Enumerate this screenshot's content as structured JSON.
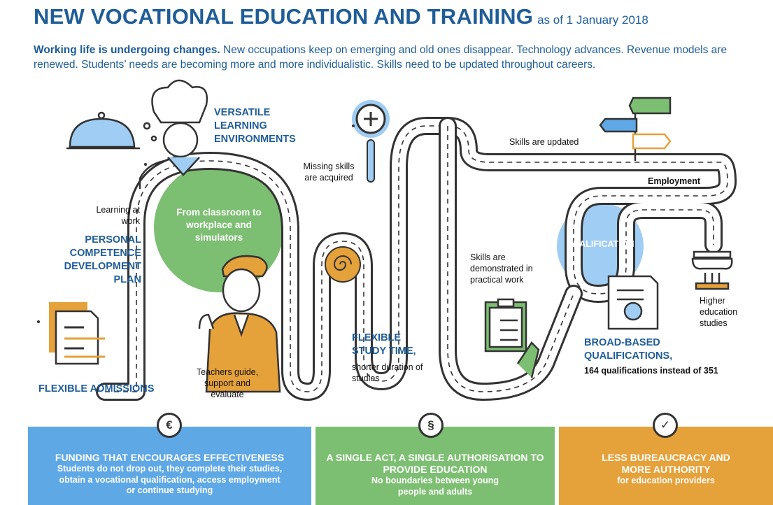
{
  "header": {
    "title": "NEW VOCATIONAL EDUCATION AND TRAINING",
    "subtitle": "as of 1 January 2018",
    "intro_bold": "Working life is undergoing changes.",
    "intro_text": "New occupations keep on emerging and old ones disappear. Technology advances. Revenue models are renewed. Students’ needs are becoming more and more individualistic. Skills need to be updated throughout careers."
  },
  "labels": {
    "versatile": "VERSATILE LEARNING ENVIRONMENTS",
    "learning_at_work": "Learning at work",
    "personal_plan": "PERSONAL COMPETENCE DEVELOPMENT PLAN",
    "classroom": "From classroom to workplace and simulators",
    "teachers": "Teachers guide, support and evaluate",
    "flexible_admissions": "FLEXIBLE ADMISSIONS",
    "missing_skills": "Missing skills are acquired",
    "flexible_time": "FLEXIBLE STUDY TIME,",
    "shorter": "shorter duration of studies",
    "skills_updated": "Skills are updated",
    "employment": "Employment",
    "qualification": "QUALIFICATION",
    "skills_demonstrated": "Skills are demonstrated in practical work",
    "broad_based": "BROAD-BASED QUALIFICATIONS,",
    "qual_count": "164 qualifications instead of 351",
    "higher_ed": "Higher education studies"
  },
  "panels": [
    {
      "icon": "€",
      "heading": "FUNDING THAT ENCOURAGES EFFECTIVENESS",
      "text": "Students do not drop out, they complete their studies, obtain a vocational qualification, access employment or continue studying",
      "color": "#5fa8e6"
    },
    {
      "icon": "§",
      "heading": "A SINGLE ACT, A SINGLE AUTHORISATION TO PROVIDE EDUCATION",
      "text": "No boundaries between young people and adults",
      "color": "#7dbf72"
    },
    {
      "icon": "✓",
      "heading": "LESS BUREAUCRACY AND MORE AUTHORITY",
      "text": "for education providers",
      "color": "#e5a13a"
    }
  ],
  "colors": {
    "blue_text": "#1f5d98",
    "green": "#7dbf72",
    "light_blue": "#9fcdf3",
    "orange": "#e5a13a",
    "road_outline": "#333333"
  }
}
